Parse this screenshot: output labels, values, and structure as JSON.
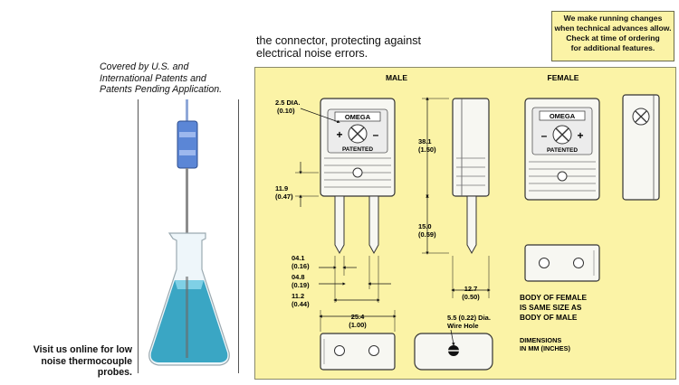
{
  "notice": {
    "lines": [
      "We make running changes",
      "when technical advances allow.",
      "Check at time of ordering",
      "for additional features."
    ]
  },
  "intro": {
    "lines": [
      "the connector, protecting against",
      "electrical noise errors."
    ]
  },
  "patents": {
    "lines": [
      "Covered by U.S. and",
      "International Patents and",
      "Patents Pending Application."
    ]
  },
  "visit": {
    "lines": [
      "Visit us online for low",
      "noise thermocouple",
      "probes."
    ]
  },
  "diagram": {
    "male_label": "MALE",
    "female_label": "FEMALE",
    "brand": "OMEGA",
    "patented": "PATENTED",
    "plus": "+",
    "minus": "–",
    "dims": {
      "dia_2_5": "2.5 DIA.",
      "dia_2_5_in": "(0.10)",
      "h_38_1": "38.1",
      "h_38_1_in": "(1.50)",
      "h_11_9": "11.9",
      "h_11_9_in": "(0.47)",
      "h_15_0": "15.0",
      "h_15_0_in": "(0.59)",
      "w_04_1": "04.1",
      "w_04_1_in": "(0.16)",
      "w_04_8": "04.8",
      "w_04_8_in": "(0.19)",
      "w_11_2": "11.2",
      "w_11_2_in": "(0.44)",
      "w_12_7": "12.7",
      "w_12_7_in": "(0.50)",
      "w_25_4": "25.4",
      "w_25_4_in": "(1.00)",
      "wire_hole_1": "5.5 (0.22) Dia.",
      "wire_hole_2": "Wire Hole"
    },
    "female_note": [
      "BODY OF FEMALE",
      "IS SAME SIZE AS",
      "BODY OF MALE"
    ],
    "dims_note": [
      "DIMENSIONS",
      "IN MM (INCHES)"
    ]
  },
  "colors": {
    "panel_bg": "#fbf3a6",
    "liquid": "#3aa6c4",
    "connector_blue": "#5b86d6"
  }
}
